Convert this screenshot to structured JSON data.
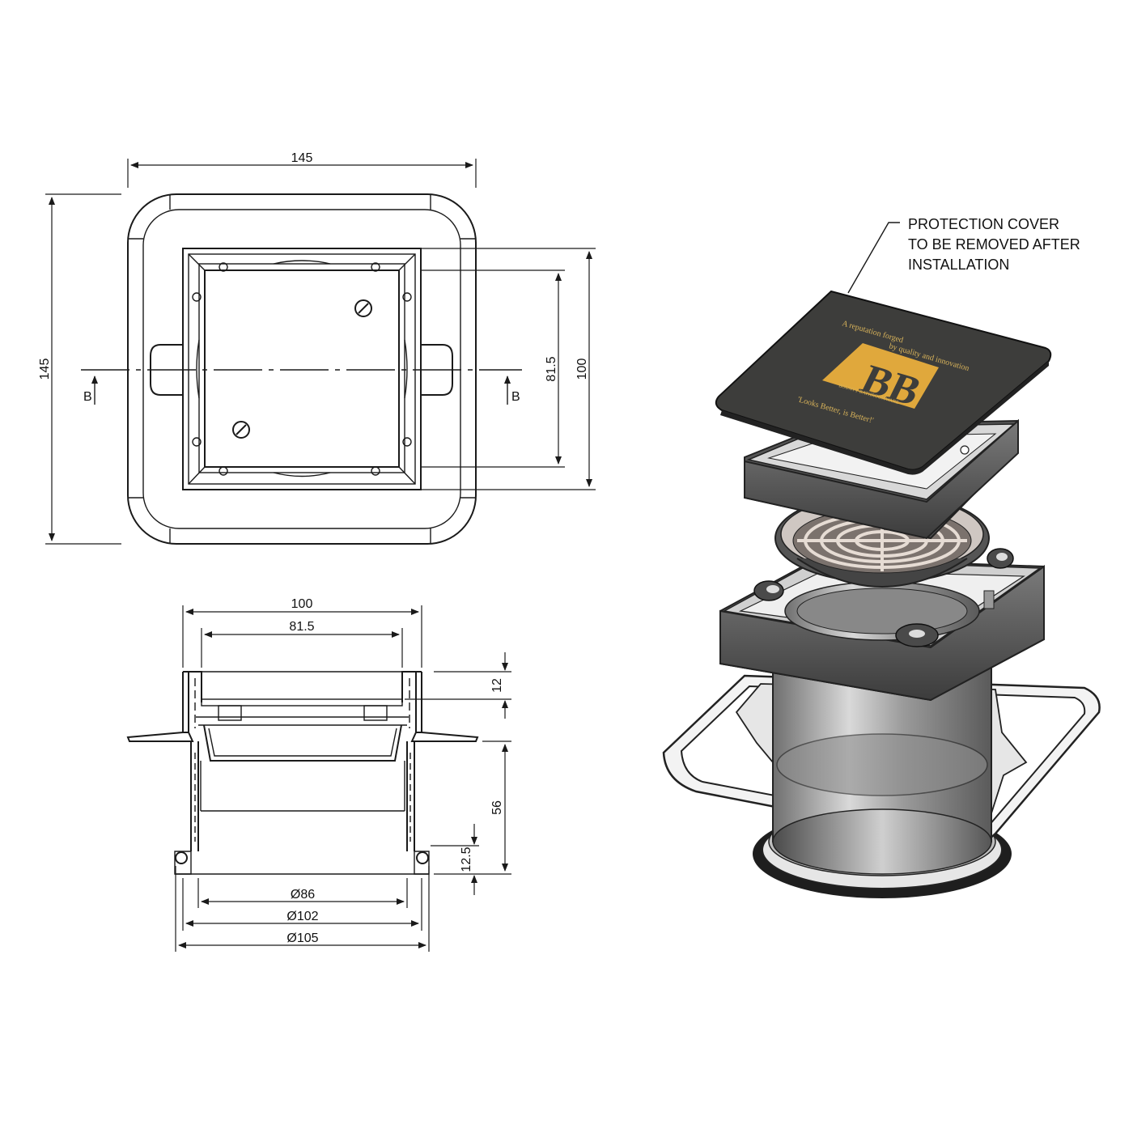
{
  "top_view": {
    "width_label": "145",
    "height_label": "145",
    "grate_outer_label": "100",
    "grate_inner_label": "81.5",
    "section_marker_left": "B",
    "section_marker_right": "B"
  },
  "section_view": {
    "top_width_label": "100",
    "inner_width_label": "81.5",
    "grate_depth_label": "12",
    "body_height_label": "56",
    "spigot_label": "12.5",
    "diameter_inner": "Ø86",
    "diameter_mid": "Ø102",
    "diameter_outer": "Ø105"
  },
  "callout": {
    "lines": [
      "PROTECTION COVER",
      "TO BE REMOVED AFTER",
      "INSTALLATION"
    ]
  },
  "cover_branding": {
    "tagline_1": "A reputation forged",
    "tagline_2": "by quality and innovation",
    "company": "BOUNTY BATHROOMWARE",
    "slogan": "'Looks Better, is Better!'",
    "logo_letters": "BB",
    "logo_color": "#e0a83c",
    "cover_color": "#3d3d3b"
  }
}
